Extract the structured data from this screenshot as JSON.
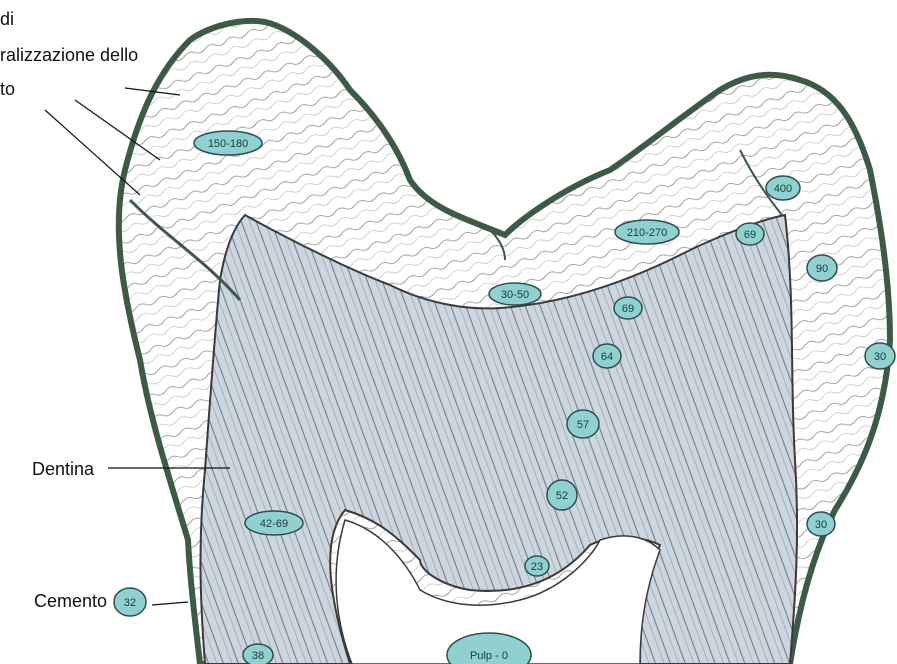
{
  "labels": {
    "top_line1": "di",
    "top_line2": "ralizzazione dello",
    "top_line3": "to",
    "dentina": "Dentina",
    "cemento": "Cemento"
  },
  "colors": {
    "outline": "#3c5a46",
    "badge_fill": "#8fd1d1",
    "badge_stroke": "#2f4f4f",
    "dentin_fill": "#c9d3dc"
  },
  "badges": {
    "b150_180": "150-180",
    "b400": "400",
    "b210_270": "210-270",
    "b69_right": "69",
    "b90": "90",
    "b30_50": "30-50",
    "b69_mid": "69",
    "b64": "64",
    "b30_right": "30",
    "b57": "57",
    "b52": "52",
    "b42_69": "42-69",
    "b30_lower": "30",
    "b23": "23",
    "b32": "32",
    "b38": "38",
    "pulp": "Pulp - 0"
  }
}
